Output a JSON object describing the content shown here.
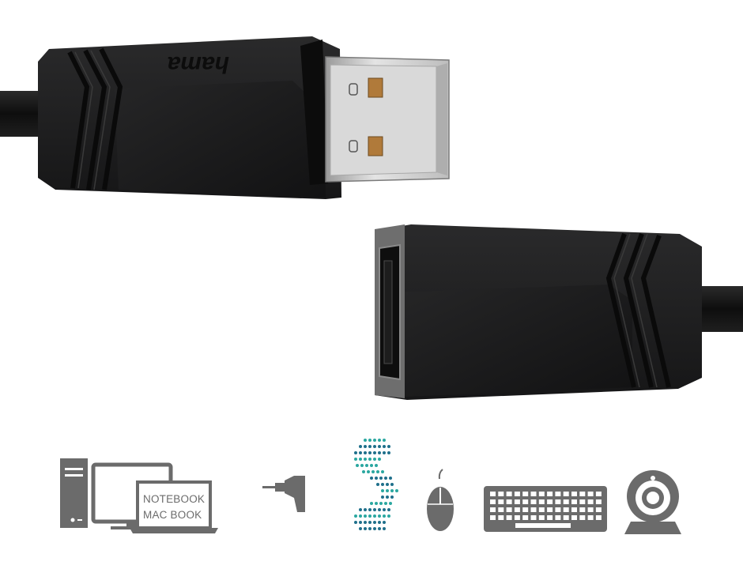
{
  "product": {
    "brand_logo": "hama"
  },
  "compatible_devices": {
    "laptop_line1": "NOTEBOOK",
    "laptop_line2": "MAC BOOK",
    "icons": [
      "desktop-pc-icon",
      "monitor-icon",
      "laptop-icon",
      "power-adapter-icon",
      "usb-data-signal-icon",
      "mouse-icon",
      "keyboard-icon",
      "webcam-icon"
    ]
  },
  "colors": {
    "background": "#ffffff",
    "connector_body": "#1c1c1d",
    "metal": "#c9c9c9",
    "icon_gray": "#6b6b6b",
    "signal_blue": "#1f6f8b",
    "signal_teal": "#2aa7a0"
  }
}
